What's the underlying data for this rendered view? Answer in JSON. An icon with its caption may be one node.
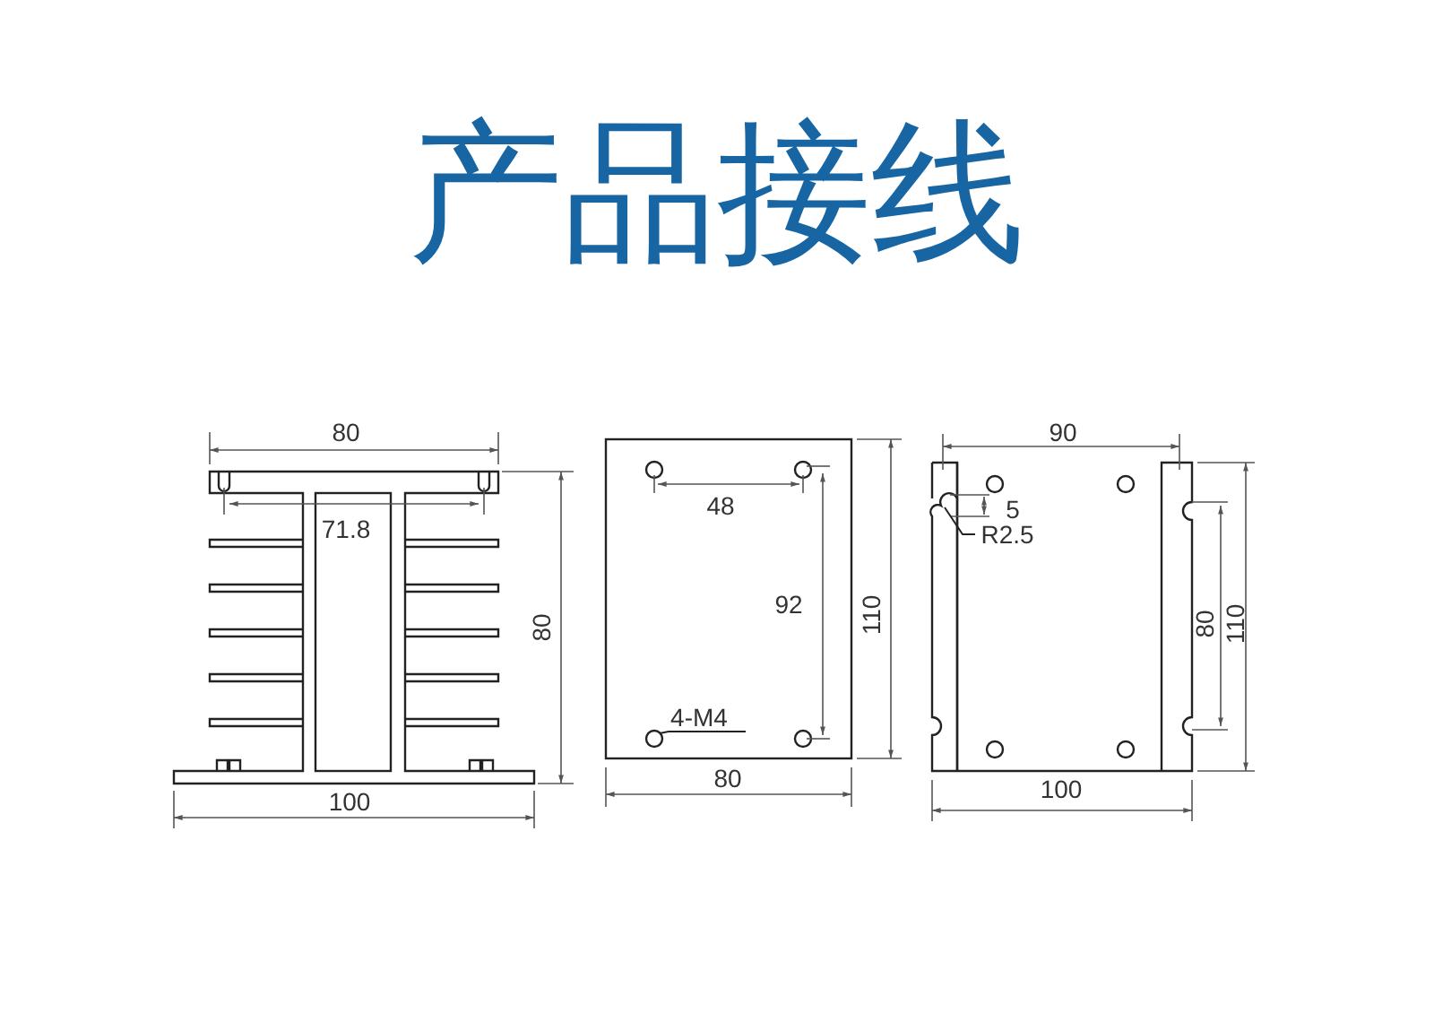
{
  "diagram": {
    "title": "产品接线",
    "nodes": [
      {
        "text": [
          "4-M4"
        ]
      },
      {
        "text": [],
        "shape": "circle"
      },
      {
        "text": [
          "R2.5"
        ]
      }
    ],
    "edges": [
      {
        "from": 0,
        "to": 1,
        "arrow": "none"
      },
      {
        "from": 2,
        "to": null,
        "arrow": "none"
      }
    ],
    "labels": [
      "80",
      "71.8",
      "80",
      "100",
      "48",
      "92",
      "110",
      "80",
      "90",
      "5",
      "80",
      "110",
      "100"
    ]
  }
}
